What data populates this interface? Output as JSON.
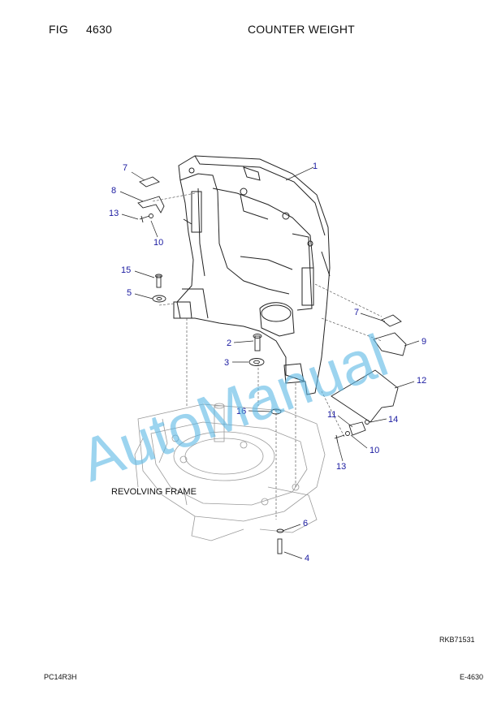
{
  "header": {
    "fig_label": "FIG",
    "fig_number": "4630",
    "title": "COUNTER WEIGHT"
  },
  "callouts": {
    "c1": "1",
    "c2": "2",
    "c3": "3",
    "c4": "4",
    "c5": "5",
    "c6": "6",
    "c7a": "7",
    "c7b": "7",
    "c8": "8",
    "c9": "9",
    "c10a": "10",
    "c10b": "10",
    "c11": "11",
    "c12": "12",
    "c13a": "13",
    "c13b": "13",
    "c14": "14",
    "c15": "15",
    "c16": "16"
  },
  "frame_label": "REVOLVING FRAME",
  "watermark": "AutoManual",
  "footer": {
    "drawing_code": "RKB71531",
    "model": "PC14R3H",
    "page": "E-4630"
  },
  "colors": {
    "line": "#222222",
    "callout": "#1a1aa0",
    "watermark": "#5bb8e6"
  }
}
